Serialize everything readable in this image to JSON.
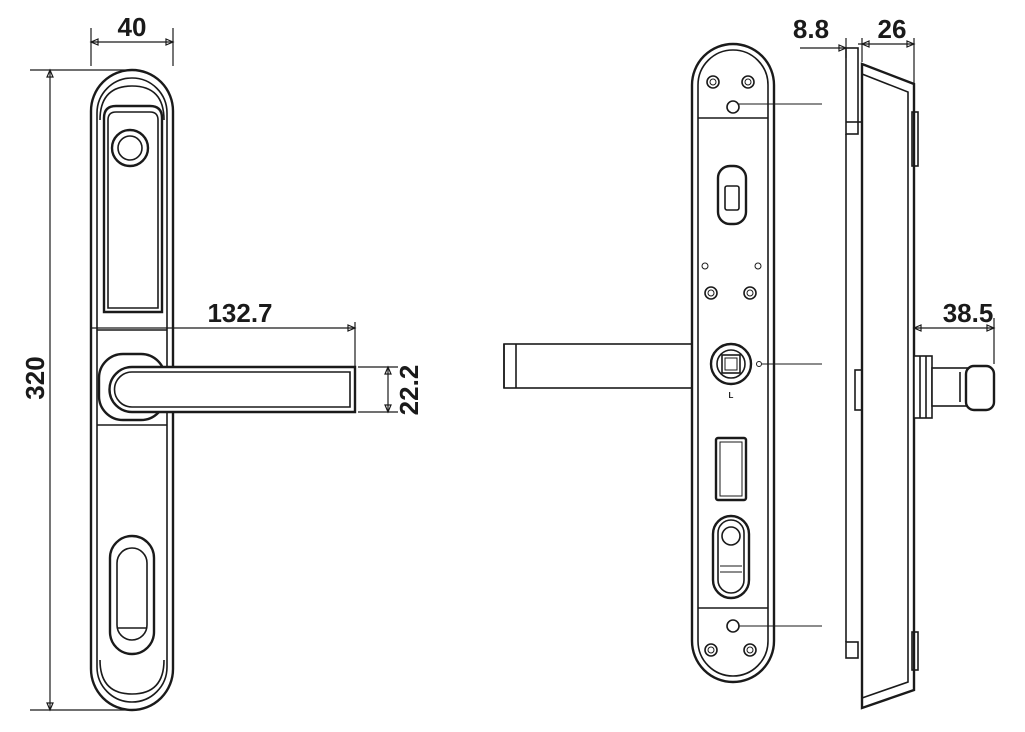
{
  "dimensions": {
    "plate_width": "40",
    "height": "320",
    "lever_length": "132.7",
    "lever_thickness": "22.2",
    "plate_depth": "8.8",
    "body_depth": "26",
    "spindle_projection": "38.5"
  },
  "markings": {
    "handing_letter": "L"
  }
}
